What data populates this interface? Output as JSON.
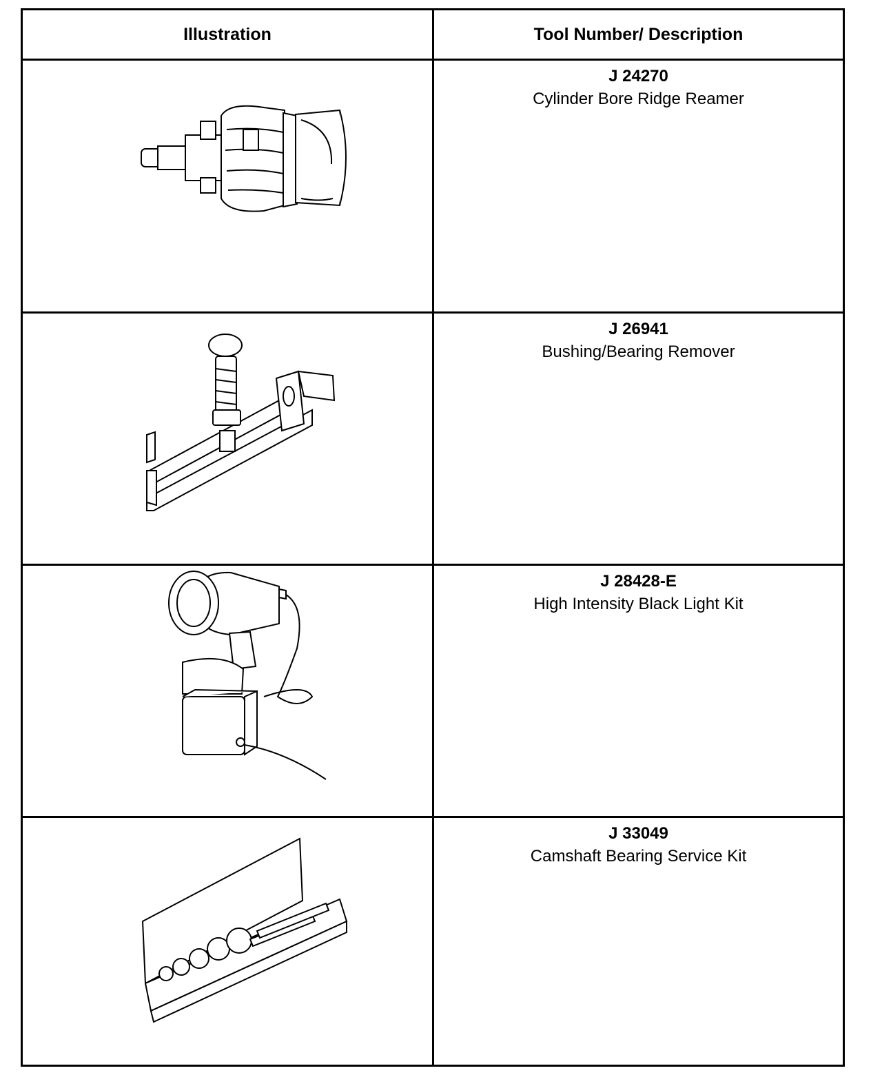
{
  "table": {
    "headers": {
      "illustration": "Illustration",
      "tool": "Tool Number/ Description"
    },
    "rows": [
      {
        "number": "J 24270",
        "description": "Cylinder Bore Ridge Reamer",
        "icon": "ridge-reamer-icon"
      },
      {
        "number": "J 26941",
        "description": "Bushing/Bearing Remover",
        "icon": "bushing-remover-icon"
      },
      {
        "number": "J 28428-E",
        "description": "High Intensity Black Light Kit",
        "icon": "black-light-icon"
      },
      {
        "number": "J 33049",
        "description": "Camshaft Bearing Service Kit",
        "icon": "camshaft-kit-icon"
      }
    ]
  }
}
